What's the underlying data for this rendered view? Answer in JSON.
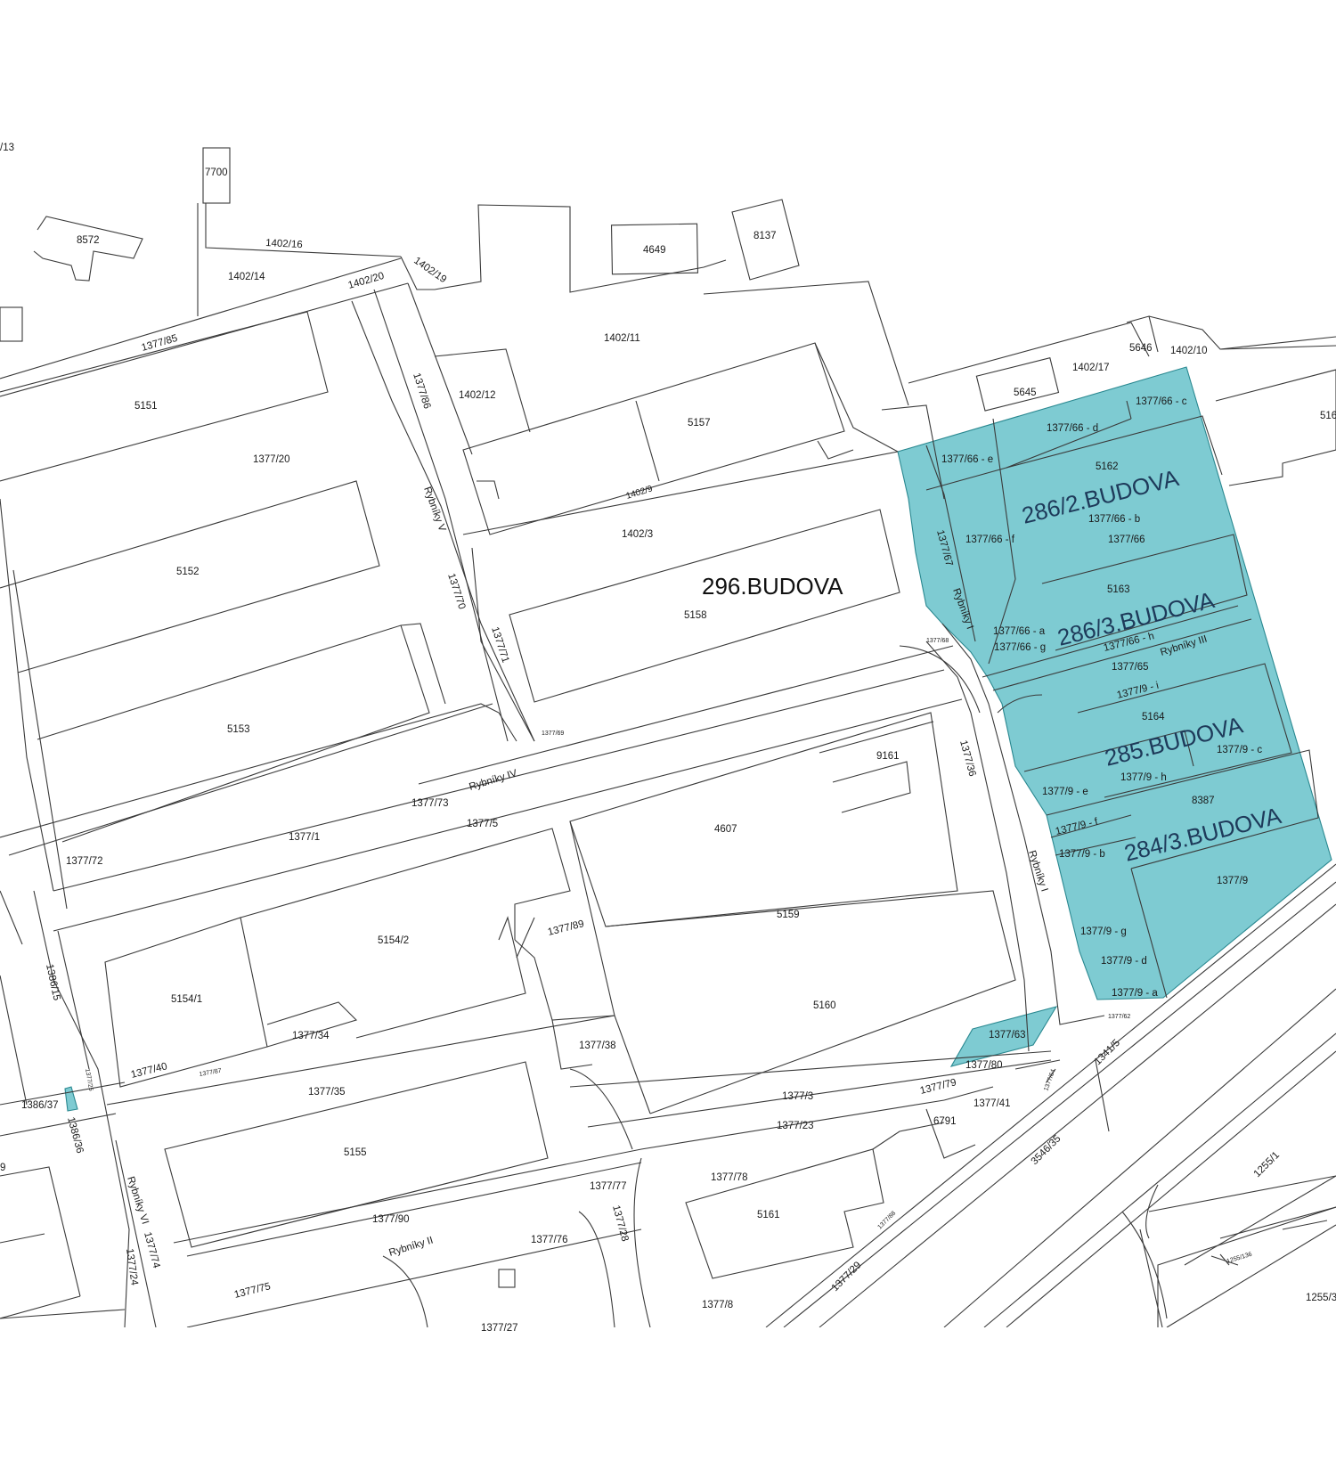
{
  "colors": {
    "highlight": "#7ecbd2",
    "highlight_stroke": "#2a8890",
    "lines": "#3a3a3a"
  },
  "buildings": {
    "b296": "296.BUDOVA",
    "b286_2": "286/2.BUDOVA",
    "b286_3": "286/3.BUDOVA",
    "b285": "285.BUDOVA",
    "b284_3": "284/3.BUDOVA"
  },
  "streets": {
    "rybniky_v": "Rybníky V",
    "rybniky_iv": "Rybníky IV",
    "rybniky_i_a": "Rybníky I",
    "rybniky_i_b": "Rybníky I",
    "rybniky_iii": "Rybníky III",
    "rybniky_vi": "Rybníky VI",
    "rybniky_ii": "Rybníky II"
  },
  "parcels": {
    "p13": "/13",
    "p7700": "7700",
    "p8572": "8572",
    "p1402_16": "1402/16",
    "p1402_14": "1402/14",
    "p1402_20": "1402/20",
    "p1402_19": "1402/19",
    "p4649": "4649",
    "p8137": "8137",
    "p1377_85": "1377/85",
    "p1402_11": "1402/11",
    "p5646": "5646",
    "p1402_10": "1402/10",
    "p1402_17": "1402/17",
    "p5645": "5645",
    "p1377_66c": "1377/66 - c",
    "p516": "516",
    "p5151": "5151",
    "p1377_86": "1377/86",
    "p1402_12": "1402/12",
    "p5157": "5157",
    "p1377_66d": "1377/66 - d",
    "p1377_20": "1377/20",
    "p1377_66e": "1377/66 - e",
    "p5162": "5162",
    "p1402_9": "1402/9",
    "p1377_66b": "1377/66 - b",
    "p1402_3": "1402/3",
    "p1377_67": "1377/67",
    "p1377_66f": "1377/66 - f",
    "p1377_66": "1377/66",
    "p5152": "5152",
    "p1377_70": "1377/70",
    "p5163": "5163",
    "p5158": "5158",
    "p1377_66a": "1377/66 - a",
    "p1377_66h": "1377/66 - h",
    "p1377_66g": "1377/66 - g",
    "p1377_71": "1377/71",
    "p1377_68": "1377/68",
    "p1377_65": "1377/65",
    "p1377_9i": "1377/9 - i",
    "p5153": "5153",
    "p5164": "5164",
    "p1377_69": "1377/69",
    "p1377_36": "1377/36",
    "p9161": "9161",
    "p1377_9c": "1377/9 - c",
    "p1377_9h": "1377/9 - h",
    "p1377_73": "1377/73",
    "p1377_9e": "1377/9 - e",
    "p8387": "8387",
    "p1377_5": "1377/5",
    "p4607": "4607",
    "p1377_1": "1377/1",
    "p1377_9f": "1377/9 - f",
    "p1377_72": "1377/72",
    "p1377_9b": "1377/9 - b",
    "p1377_9": "1377/9",
    "p5159": "5159",
    "p1377_89": "1377/89",
    "p5154_2": "5154/2",
    "p1377_9g": "1377/9 - g",
    "p1386_15": "1386/15",
    "p1377_9d": "1377/9 - d",
    "p5154_1": "5154/1",
    "p5160": "5160",
    "p1377_9a": "1377/9 - a",
    "p1377_62": "1377/62",
    "p1377_34": "1377/34",
    "p1377_63": "1377/63",
    "p1341_5": "1341/5",
    "p1377_38": "1377/38",
    "p1377_40": "1377/40",
    "p1377_87": "1377/87",
    "p1377_25": "1377/25",
    "p1377_80": "1377/80",
    "p1377_64": "1377/64",
    "p1386_37": "1386/37",
    "p1377_35": "1377/35",
    "p1377_3": "1377/3",
    "p1377_79": "1377/79",
    "p1377_41": "1377/41",
    "p1386_36": "1386/36",
    "p1377_23": "1377/23",
    "p6791": "6791",
    "p5155": "5155",
    "p3546_35": "3546/35",
    "p1255_1": "1255/1",
    "p9": "9",
    "p1377_77": "1377/77",
    "p1377_78": "1377/78",
    "p5161": "5161",
    "p1377_88": "1377/88",
    "p1377_28": "1377/28",
    "p1377_90": "1377/90",
    "p1377_76": "1377/76",
    "p1377_74": "1377/74",
    "p1377_24": "1377/24",
    "p1255_136": "1255/136",
    "p1377_29": "1377/29",
    "p1377_75": "1377/75",
    "p1377_8": "1377/8",
    "p1255_3": "1255/3",
    "p1377_27": "1377/27"
  }
}
